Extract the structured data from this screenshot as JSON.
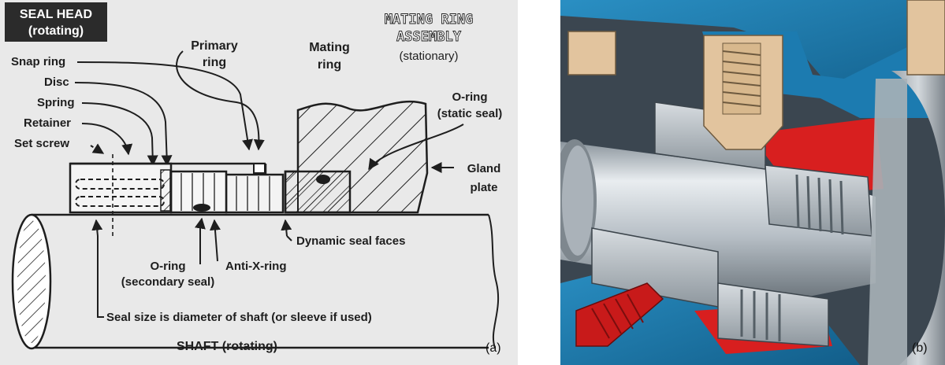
{
  "panel_a": {
    "seal_head_line1": "SEAL HEAD",
    "seal_head_line2": "(rotating)",
    "mating_assembly_line1": "MATING RING",
    "mating_assembly_line2": "ASSEMBLY",
    "mating_assembly_line3": "(stationary)",
    "primary_ring_line1": "Primary",
    "primary_ring_line2": "ring",
    "mating_ring_line1": "Mating",
    "mating_ring_line2": "ring",
    "snap_ring": "Snap ring",
    "disc": "Disc",
    "spring": "Spring",
    "retainer": "Retainer",
    "set_screw": "Set screw",
    "oring_static_line1": "O-ring",
    "oring_static_line2": "(static seal)",
    "gland_line1": "Gland",
    "gland_line2": "plate",
    "dynamic_faces": "Dynamic seal faces",
    "oring_secondary_line1": "O-ring",
    "oring_secondary_line2": "(secondary seal)",
    "anti_x_ring": "Anti-X-ring",
    "seal_size_note": "Seal size is diameter of shaft (or sleeve if used)",
    "shaft_label": "SHAFT (rotating)",
    "panel_tag": "(a)"
  },
  "panel_b": {
    "panel_tag": "(b)"
  },
  "colors": {
    "panel_a_bg": "#e9e9e9",
    "ink": "#1e1e1e",
    "blue_housing": "#1f7fb0",
    "tan_part": "#e2c49e",
    "red_section": "#d81f1f",
    "steel": "#b9c0c7"
  }
}
